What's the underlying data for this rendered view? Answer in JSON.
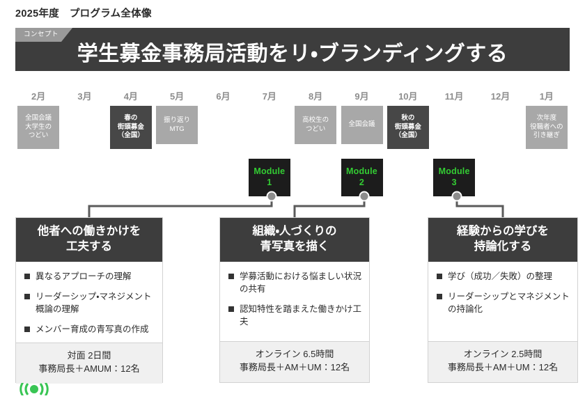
{
  "page_title": "2025年度　プログラム全体像",
  "banner": {
    "tag": "コンセプト",
    "title": "学生募金事務局活動をリ・ブランディングする",
    "bg_color": "#3d3d3d",
    "tag_color": "#9a9a9a"
  },
  "timeline": {
    "months": [
      "2月",
      "3月",
      "4月",
      "5月",
      "6月",
      "7月",
      "8月",
      "9月",
      "10月",
      "11月",
      "12月",
      "1月"
    ],
    "events": [
      {
        "month": "2月",
        "lines": [
          "全国会議",
          "大学生の",
          "つどい"
        ],
        "style": "light"
      },
      {
        "month": "4月",
        "lines": [
          "春の",
          "街頭募金",
          "（全国）"
        ],
        "style": "dark"
      },
      {
        "month": "5月",
        "lines": [
          "振り返り",
          "MTG"
        ],
        "style": "light"
      },
      {
        "month": "8月",
        "lines": [
          "高校生の",
          "つどい"
        ],
        "style": "light"
      },
      {
        "month": "9月",
        "lines": [
          "全国会議"
        ],
        "style": "light"
      },
      {
        "month": "10月",
        "lines": [
          "秋の",
          "街頭募金",
          "（全国）"
        ],
        "style": "dark"
      },
      {
        "month": "1月",
        "lines": [
          "次年度",
          "役職者への",
          "引き継ぎ"
        ],
        "style": "light"
      }
    ],
    "modules": [
      {
        "month": "7月",
        "name": "Module",
        "number": "1"
      },
      {
        "month": "9月",
        "name": "Module",
        "number": "2"
      },
      {
        "month": "11月",
        "name": "Module",
        "number": "3"
      }
    ],
    "module_text_color": "#33cc33",
    "module_bg_color": "#1c1c1c"
  },
  "cards": [
    {
      "title_lines": [
        "他者への働きかけを",
        "工夫する"
      ],
      "bullets": [
        "異なるアプローチの理解",
        "リーダーシップ・マネジメント概論の理解",
        "メンバー育成の青写真の作成"
      ],
      "footer_lines": [
        "対面 2日間",
        "事務局長＋AMUM：12名"
      ]
    },
    {
      "title_lines": [
        "組織・人づくりの",
        "青写真を描く"
      ],
      "bullets": [
        "学募活動における悩ましい状況の共有",
        "認知特性を踏まえた働きかけ工夫"
      ],
      "footer_lines": [
        "オンライン 6.5時間",
        "事務局長＋AM＋UM：12名"
      ]
    },
    {
      "title_lines": [
        "経験からの学びを",
        "持論化する"
      ],
      "bullets": [
        "学び（成功／失敗）の整理",
        "リーダーシップとマネジメントの持論化"
      ],
      "footer_lines": [
        "オンライン 2.5時間",
        "事務局長＋AM＋UM：12名"
      ]
    }
  ],
  "footer": {
    "logo_icon": "broadcast-icon",
    "logo_color": "#39c554"
  }
}
